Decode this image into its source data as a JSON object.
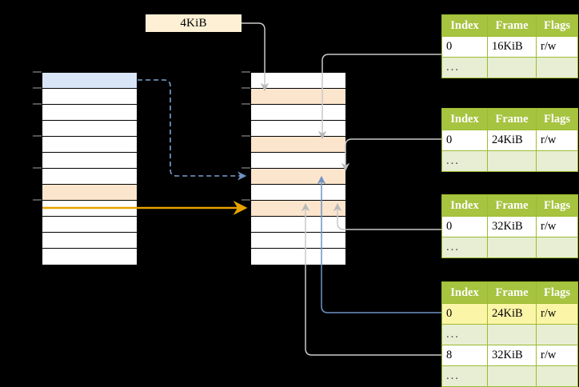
{
  "diagram": {
    "title": "page-table-walk",
    "label_box": {
      "text": "4KiB"
    },
    "colors": {
      "header_green": "#a6c43f",
      "ellipsis_green": "#e8eed4",
      "peach": "#fce5cd",
      "blue": "#d9e6f7",
      "highlight_yellow": "#fbf5a8",
      "orange_arrow": "#e8a200",
      "blue_arrow": "#6f93c4",
      "gray_arrow": "#b3b3b3",
      "label_bg": "#fdf0d5"
    },
    "left_stack": {
      "name": "virtual-address-space",
      "cells": [
        {
          "fill": "blue"
        },
        {
          "fill": "white"
        },
        {
          "fill": "white"
        },
        {
          "fill": "white"
        },
        {
          "fill": "white"
        },
        {
          "fill": "white"
        },
        {
          "fill": "white"
        },
        {
          "fill": "peach"
        },
        {
          "fill": "white"
        },
        {
          "fill": "white"
        },
        {
          "fill": "white"
        },
        {
          "fill": "white"
        }
      ]
    },
    "middle_stack": {
      "name": "physical-memory",
      "cells": [
        {
          "fill": "white"
        },
        {
          "fill": "peach"
        },
        {
          "fill": "white"
        },
        {
          "fill": "white"
        },
        {
          "fill": "peach"
        },
        {
          "fill": "white"
        },
        {
          "fill": "peach"
        },
        {
          "fill": "white"
        },
        {
          "fill": "peach"
        },
        {
          "fill": "white"
        },
        {
          "fill": "white"
        },
        {
          "fill": "white"
        }
      ]
    },
    "tables": [
      {
        "name": "page-table-level-1",
        "headers": [
          "Index",
          "Frame",
          "Flags"
        ],
        "rows": [
          {
            "type": "data",
            "cells": [
              "0",
              "16KiB",
              "r/w"
            ],
            "highlight": []
          },
          {
            "type": "ellipsis",
            "cells": [
              "...",
              "",
              ""
            ],
            "highlight": []
          }
        ]
      },
      {
        "name": "page-table-level-2",
        "headers": [
          "Index",
          "Frame",
          "Flags"
        ],
        "rows": [
          {
            "type": "data",
            "cells": [
              "0",
              "24KiB",
              "r/w"
            ],
            "highlight": []
          },
          {
            "type": "ellipsis",
            "cells": [
              "...",
              "",
              ""
            ],
            "highlight": []
          }
        ]
      },
      {
        "name": "page-table-level-3",
        "headers": [
          "Index",
          "Frame",
          "Flags"
        ],
        "rows": [
          {
            "type": "data",
            "cells": [
              "0",
              "32KiB",
              "r/w"
            ],
            "highlight": []
          },
          {
            "type": "ellipsis",
            "cells": [
              "...",
              "",
              ""
            ],
            "highlight": []
          }
        ]
      },
      {
        "name": "page-table-level-4",
        "headers": [
          "Index",
          "Frame",
          "Flags"
        ],
        "rows": [
          {
            "type": "data",
            "cells": [
              "0",
              "24KiB",
              "r/w"
            ],
            "highlight": [
              0,
              1,
              2
            ]
          },
          {
            "type": "ellipsis",
            "cells": [
              "...",
              "",
              ""
            ],
            "highlight": []
          },
          {
            "type": "data",
            "cells": [
              "8",
              "32KiB",
              "r/w"
            ],
            "highlight": []
          },
          {
            "type": "ellipsis",
            "cells": [
              "...",
              "",
              ""
            ],
            "highlight": []
          }
        ]
      }
    ]
  }
}
